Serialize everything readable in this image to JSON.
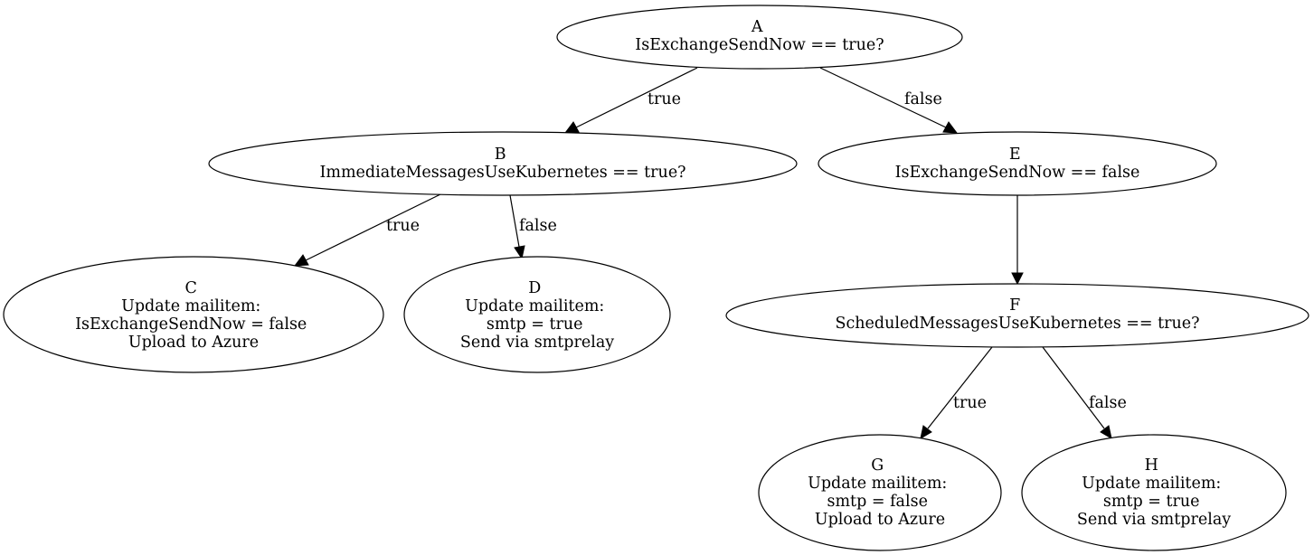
{
  "diagram": {
    "nodes": {
      "A": {
        "lines": [
          "A",
          "IsExchangeSendNow == true?"
        ]
      },
      "B": {
        "lines": [
          "B",
          "ImmediateMessagesUseKubernetes == true?"
        ]
      },
      "C": {
        "lines": [
          "C",
          "Update mailitem:",
          "IsExchangeSendNow = false",
          "Upload to Azure"
        ]
      },
      "D": {
        "lines": [
          "D",
          "Update mailitem:",
          "smtp = true",
          "Send via smtprelay"
        ]
      },
      "E": {
        "lines": [
          "E",
          "IsExchangeSendNow == false"
        ]
      },
      "F": {
        "lines": [
          "F",
          "ScheduledMessagesUseKubernetes == true?"
        ]
      },
      "G": {
        "lines": [
          "G",
          "Update mailitem:",
          "smtp = false",
          "Upload to Azure"
        ]
      },
      "H": {
        "lines": [
          "H",
          "Update mailitem:",
          "smtp = true",
          "Send via smtprelay"
        ]
      }
    },
    "edges": [
      {
        "from": "A",
        "to": "B",
        "label": "true"
      },
      {
        "from": "A",
        "to": "E",
        "label": "false"
      },
      {
        "from": "B",
        "to": "C",
        "label": "true"
      },
      {
        "from": "B",
        "to": "D",
        "label": "false"
      },
      {
        "from": "E",
        "to": "F",
        "label": ""
      },
      {
        "from": "F",
        "to": "G",
        "label": "true"
      },
      {
        "from": "F",
        "to": "H",
        "label": "false"
      }
    ]
  }
}
